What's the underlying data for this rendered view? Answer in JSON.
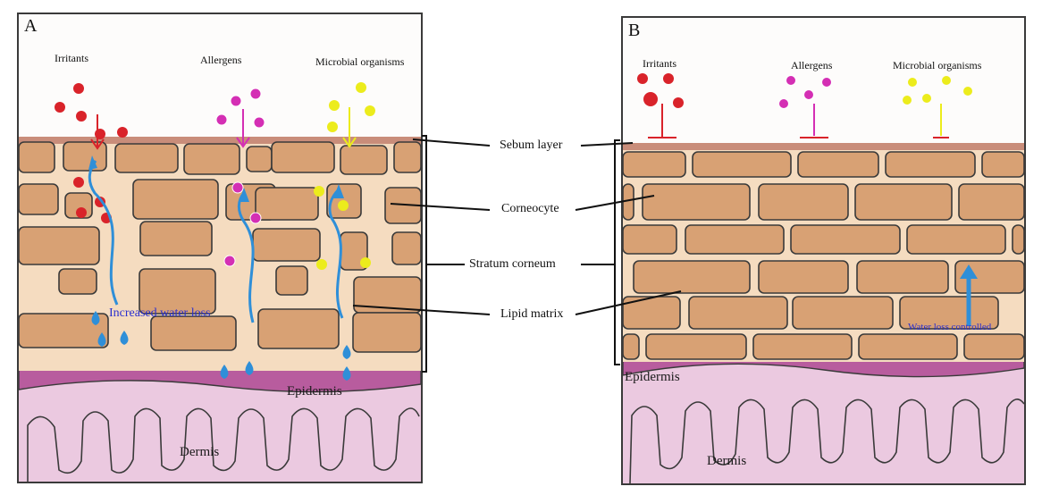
{
  "panels": {
    "a": {
      "letter": "A",
      "agents": {
        "irritants": "Irritants",
        "allergens": "Allergens",
        "microbes": "Microbial organisms"
      },
      "water_loss_label": "Increased water loss",
      "epidermis": "Epidermis",
      "dermis": "Dermis"
    },
    "b": {
      "letter": "B",
      "agents": {
        "irritants": "Irritants",
        "allergens": "Allergens",
        "microbes": "Microbial organisms"
      },
      "water_loss_label": "Water loss controlled",
      "epidermis": "Epidermis",
      "dermis": "Dermis"
    }
  },
  "center_labels": {
    "sebum": "Sebum layer",
    "corneocyte": "Corneocyte",
    "stratum": "Stratum corneum",
    "lipid": "Lipid matrix"
  },
  "colors": {
    "irritant": "#d9232a",
    "allergen": "#d42fb4",
    "microbe": "#ecec1c",
    "water": "#2f8fd8",
    "corneocyte": "#d8a174",
    "lipid": "#f5dcc0",
    "epidermis": "#b85c9e",
    "dermis": "#ebc9e0",
    "blue_text": "#2a2fd0"
  }
}
